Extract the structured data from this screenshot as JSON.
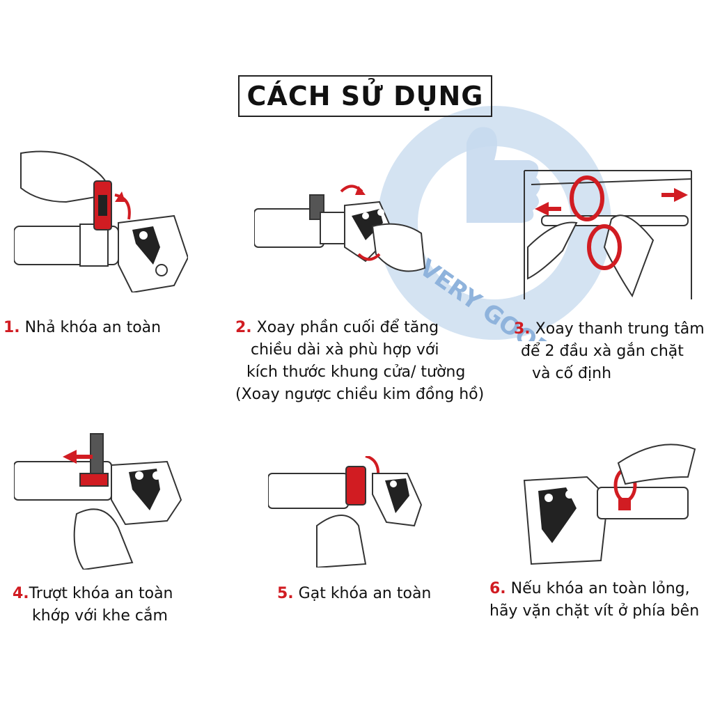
{
  "title": "CÁCH SỬ DỤNG",
  "watermark": {
    "text": "VERY GOOD",
    "color": "#8fb3dc"
  },
  "accent_color": "#d11c22",
  "steps": [
    {
      "num": "1.",
      "lines": [
        "Nhả khóa an toàn"
      ]
    },
    {
      "num": "2.",
      "lines": [
        "Xoay phần cuối để tăng",
        "chiều dài xà phù hợp với",
        "kích thước khung cửa/ tường",
        "(Xoay  ngược chiều kim đồng hồ)"
      ]
    },
    {
      "num": "3.",
      "lines": [
        "Xoay thanh trung tâm",
        "để 2 đầu xà gắn chặt",
        "và cố định"
      ]
    },
    {
      "num": "4.",
      "lines": [
        "Trượt khóa an toàn",
        "khớp với khe cắm"
      ]
    },
    {
      "num": "5.",
      "lines": [
        "Gạt khóa an toàn"
      ]
    },
    {
      "num": "6.",
      "lines": [
        "Nếu khóa an toàn lỏng,",
        "hãy vặn chặt vít ở phía bên"
      ]
    }
  ]
}
